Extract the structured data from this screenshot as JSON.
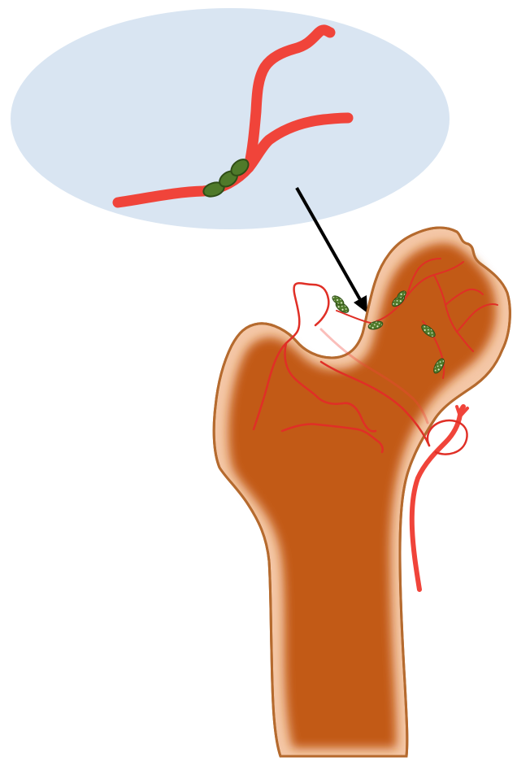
{
  "figure": {
    "description_text": "",
    "colors": {
      "background": "#ffffff",
      "magnified_region": "#d9e5f2",
      "vessel": "#f0443a",
      "vessel_dark": "#e02f26",
      "occlusion": "#4f7a2a",
      "occlusion_dark": "#2f4e17",
      "bone_outline": "#b56a2e",
      "bone_cortex": "#f4c7a6",
      "bone_marrow": "#c25a16",
      "arrow": "#000000"
    },
    "parts": [
      "magnified-vessel-inset",
      "pointer-arrow",
      "proximal-femur",
      "bone-vasculature",
      "vessel-occlusions"
    ]
  }
}
